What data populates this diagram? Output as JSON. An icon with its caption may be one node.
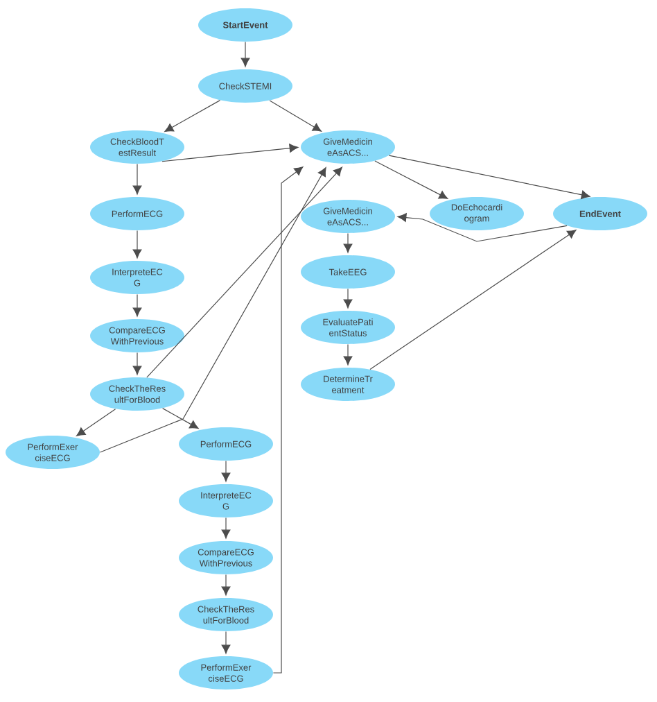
{
  "diagram": {
    "nodes": [
      {
        "text": [
          "StartEvent"
        ]
      },
      {
        "text": [
          "CheckSTEMI"
        ]
      },
      {
        "text": [
          "CheckBloodT estResult"
        ]
      },
      {
        "text": [
          "GiveMedicin eAsACS..."
        ]
      },
      {
        "text": [
          "PerformECG"
        ]
      },
      {
        "text": [
          "GiveMedicin eAsACS..."
        ]
      },
      {
        "text": [
          "DoEchocardi ogram"
        ]
      },
      {
        "text": [
          "EndEvent"
        ]
      },
      {
        "text": [
          "InterpreteEC G"
        ]
      },
      {
        "text": [
          "TakeEEG"
        ]
      },
      {
        "text": [
          "CompareECG WithPrevious"
        ]
      },
      {
        "text": [
          "EvaluatePati entStatus"
        ]
      },
      {
        "text": [
          "CheckTheRes ultForBlood"
        ]
      },
      {
        "text": [
          "DetermineTr eatment"
        ]
      },
      {
        "text": [
          "PerformExer ciseECG"
        ]
      },
      {
        "text": [
          "PerformECG"
        ]
      },
      {
        "text": [
          "InterpreteEC G"
        ]
      },
      {
        "text": [
          "CompareECG WithPrevious"
        ]
      },
      {
        "text": [
          "CheckTheRes ultForBlood"
        ]
      },
      {
        "text": [
          "PerformExer ciseECG"
        ]
      }
    ],
    "edges": [
      {
        "from": 0,
        "to": 1,
        "arrow": "to"
      },
      {
        "from": 1,
        "to": 2,
        "arrow": "to"
      },
      {
        "from": 1,
        "to": 3,
        "arrow": "to"
      },
      {
        "from": 2,
        "to": 4,
        "arrow": "to"
      },
      {
        "from": 2,
        "to": 3,
        "arrow": "to"
      },
      {
        "from": 3,
        "to": 6,
        "arrow": "to"
      },
      {
        "from": 3,
        "to": 7,
        "arrow": "to"
      },
      {
        "from": 7,
        "to": 5,
        "arrow": "to"
      },
      {
        "from": 4,
        "to": 8,
        "arrow": "to"
      },
      {
        "from": 8,
        "to": 10,
        "arrow": "to"
      },
      {
        "from": 10,
        "to": 12,
        "arrow": "to"
      },
      {
        "from": 12,
        "to": 3,
        "arrow": "to"
      },
      {
        "from": 14,
        "to": 3,
        "arrow": "to"
      },
      {
        "from": 19,
        "to": 3,
        "arrow": "to"
      },
      {
        "from": 5,
        "to": 9,
        "arrow": "to"
      },
      {
        "from": 9,
        "to": 11,
        "arrow": "to"
      },
      {
        "from": 11,
        "to": 13,
        "arrow": "to"
      },
      {
        "from": 13,
        "to": 7,
        "arrow": "to"
      },
      {
        "from": 12,
        "to": 14,
        "arrow": "to"
      },
      {
        "from": 12,
        "to": 15,
        "arrow": "to"
      },
      {
        "from": 15,
        "to": 16,
        "arrow": "to"
      },
      {
        "from": 16,
        "to": 17,
        "arrow": "to"
      },
      {
        "from": 17,
        "to": 18,
        "arrow": "to"
      },
      {
        "from": 18,
        "to": 19,
        "arrow": "to"
      }
    ]
  }
}
